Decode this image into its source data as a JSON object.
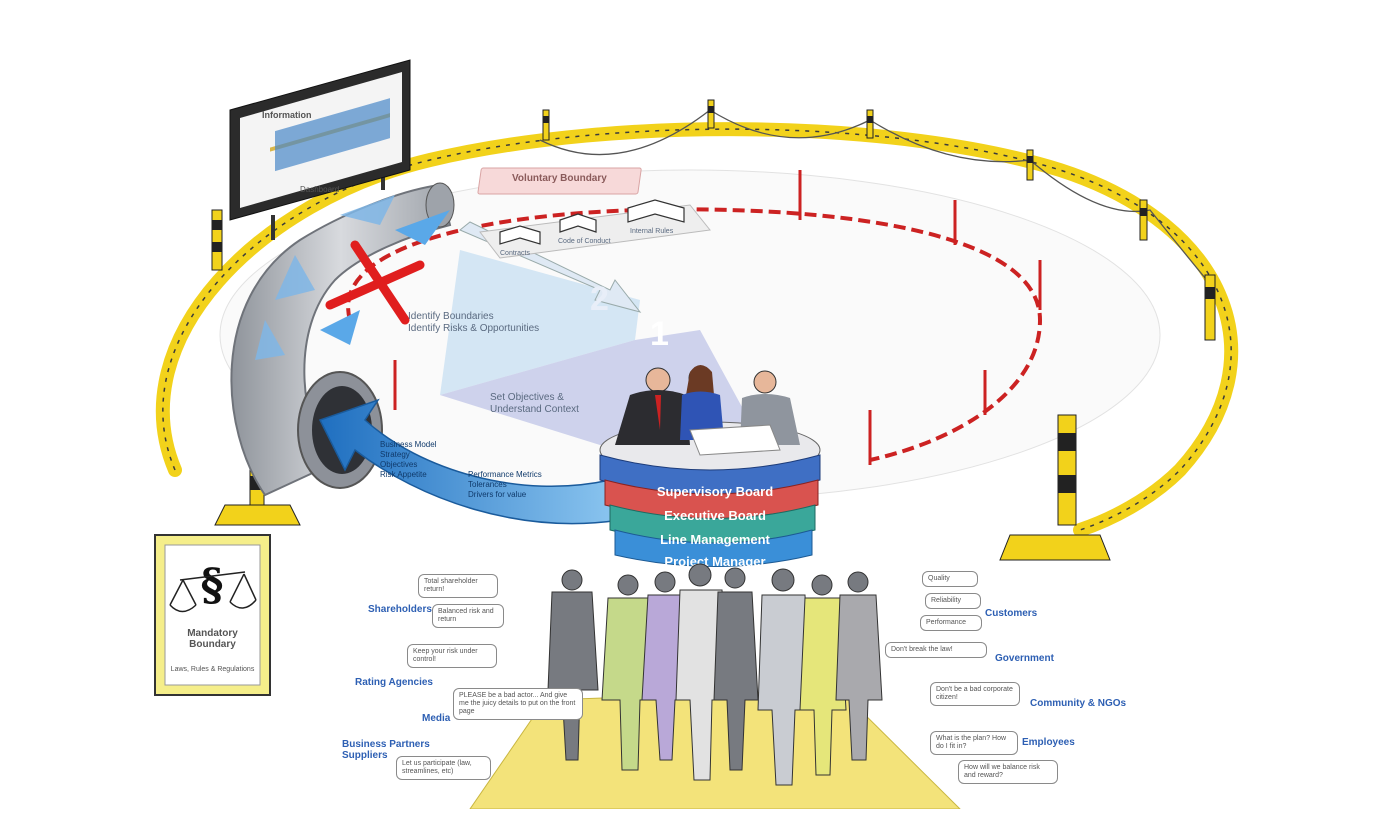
{
  "zones": {
    "voluntary_boundary": "Voluntary Boundary",
    "books": [
      "Contracts",
      "Code of Conduct",
      "Internal Rules"
    ],
    "identify": [
      "Identify Boundaries",
      "Identify Risks & Opportunities"
    ],
    "objectives": [
      "Set Objectives &",
      "Understand Context"
    ],
    "step_numbers": [
      "2",
      "1"
    ]
  },
  "governance_layers": [
    "Supervisory Board",
    "Executive Board",
    "Line Management",
    "Project Manager"
  ],
  "arrow_texts": {
    "left": [
      "Business Model",
      "Strategy",
      "Objectives",
      "Risk Appetite"
    ],
    "right": [
      "Performance Metrics",
      "Tolerances",
      "Drivers for value"
    ]
  },
  "mandatory_sign": {
    "title": "Mandatory Boundary",
    "sub": "Laws, Rules & Regulations"
  },
  "billboard": {
    "title": "Information",
    "footer": "Dashboard"
  },
  "stakeholders_left": [
    "Shareholders",
    "Rating Agencies",
    "Media",
    "Business Partners",
    "Suppliers"
  ],
  "stakeholders_right": [
    "Customers",
    "Government",
    "Community & NGOs",
    "Employees"
  ],
  "bubbles_left": [
    "Total shareholder return!",
    "Balanced risk and return",
    "Keep your risk under control!",
    "PLEASE be a bad actor... And give me the juicy details to put on the front page",
    "Let us participate (law, streamlines, etc)"
  ],
  "bubbles_right": [
    "Quality",
    "Reliability",
    "Performance",
    "Don't break the law!",
    "Don't be a bad corporate citizen!",
    "What is the plan? How do I fit in?",
    "How will we balance risk and reward?"
  ],
  "colors": {
    "boundary_yellow": "#f2d21b",
    "inner_red": "#cc2222",
    "pipe_gray": "#b9bcc2",
    "arrow_blue": "#3f8fd6",
    "supervisory": "#3f6fc4",
    "executive": "#d9534f",
    "line": "#3aa79a",
    "project": "#3a8fd8",
    "floor": "#f3e37a"
  }
}
